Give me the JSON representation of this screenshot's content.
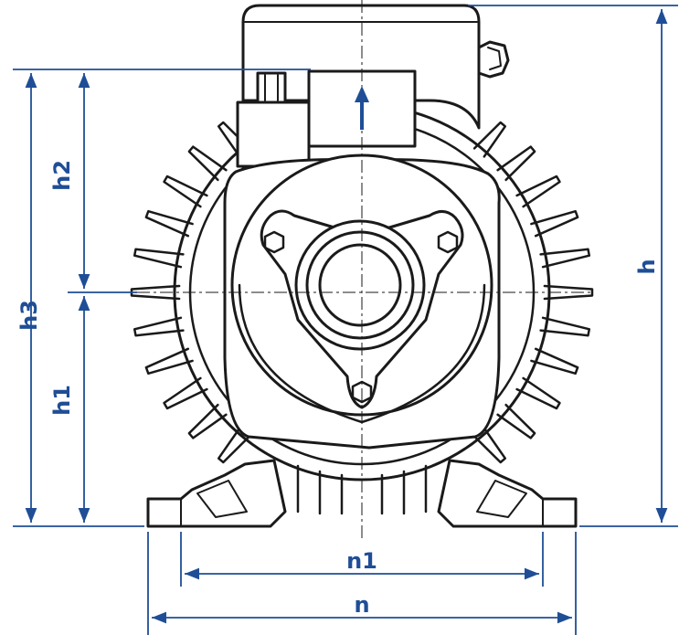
{
  "colors": {
    "outline": "#1a1a1a",
    "dimension": "#1f4e96",
    "background": "#ffffff"
  },
  "labels": {
    "h": "h",
    "h1": "h1",
    "h2": "h2",
    "h3": "h3",
    "n": "n",
    "n1": "n1"
  }
}
